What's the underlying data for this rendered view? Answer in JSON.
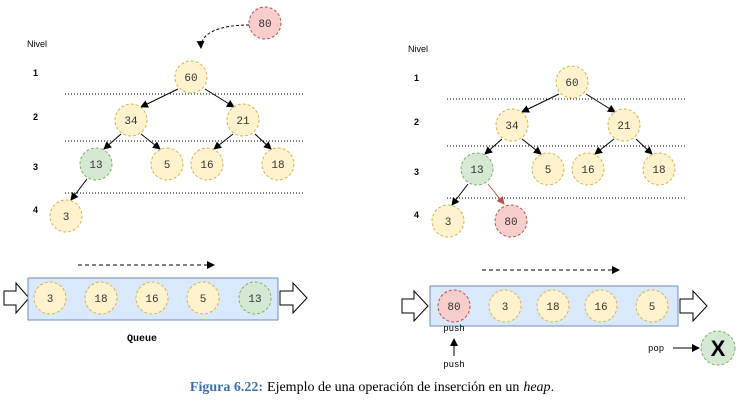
{
  "colors": {
    "yellow_fill": "#fff2cc",
    "yellow_stroke": "#d6b656",
    "green_fill": "#d5e8d4",
    "green_stroke": "#82b366",
    "red_fill": "#f8cecc",
    "red_stroke": "#b85450",
    "queue_fill": "#dae8fc",
    "queue_stroke": "#6c8ebf",
    "caption_blue": "#3a6fb0"
  },
  "left": {
    "level_header": "Nivel",
    "levels": [
      "1",
      "2",
      "3",
      "4"
    ],
    "incoming": "80",
    "nodes": [
      "60",
      "34",
      "21",
      "13",
      "5",
      "16",
      "18",
      "3"
    ],
    "queue": [
      "3",
      "18",
      "16",
      "5",
      "13"
    ],
    "queue_label": "Queue"
  },
  "right": {
    "level_header": "Nivel",
    "levels": [
      "1",
      "2",
      "3",
      "4"
    ],
    "nodes": [
      "60",
      "34",
      "21",
      "13",
      "5",
      "16",
      "18",
      "3",
      "80"
    ],
    "queue": [
      "80",
      "3",
      "18",
      "16",
      "5"
    ],
    "push_inner": "push",
    "push_label": "push",
    "pop_label": "pop",
    "pop_mark": "X"
  },
  "caption": {
    "prefix": "Figura 6.22:",
    "text": "Ejemplo de una operación de inserción en un",
    "emph": "heap",
    "end": "."
  }
}
